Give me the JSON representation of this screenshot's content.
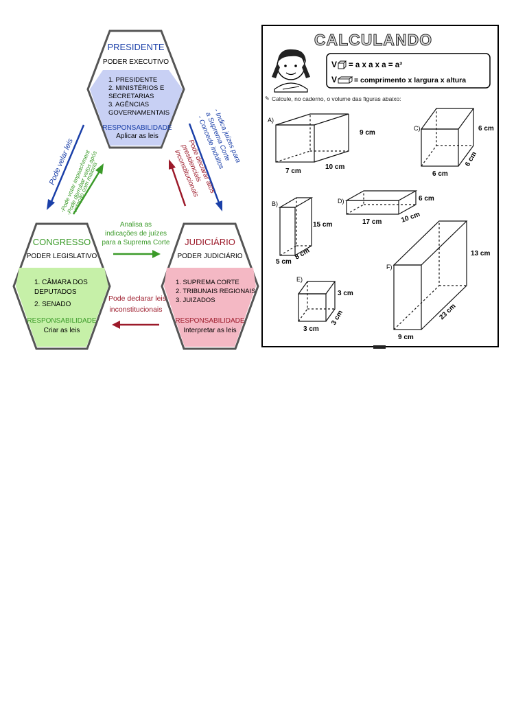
{
  "colors": {
    "blue": "#1a3fa8",
    "blue_fill": "#c8d0f4",
    "green": "#3a9a28",
    "green_fill": "#c6f0a8",
    "red": "#9c1a2a",
    "red_fill": "#f4b8c4",
    "hex_border": "#555555"
  },
  "powers": {
    "executive": {
      "title": "PRESIDENTE",
      "subtitle": "PODER EXECUTIVO",
      "items": [
        "1. PRESIDENTE",
        "2. MINISTÉRIOS E",
        "SECRETARIAS",
        "3. AGÊNCIAS",
        "GOVERNAMENTAIS"
      ],
      "resp_label": "RESPONSABILIDADE",
      "resp_value": "Aplicar as leis"
    },
    "legislative": {
      "title": "CONGRESSO",
      "subtitle": "PODER LEGISLATIVO",
      "items": [
        "1. CÂMARA DOS",
        "DEPUTADOS",
        "2. SENADO"
      ],
      "resp_label": "RESPONSABILIDADE",
      "resp_value": "Criar as leis"
    },
    "judiciary": {
      "title": "JUDICIÁRIO",
      "subtitle": "PODER JUDICIÁRIO",
      "items": [
        "1. SUPREMA CORTE",
        "2. TRIBUNAIS REGIONAIS",
        "3. JUIZADOS"
      ],
      "resp_label": "RESPONSABILIDADE",
      "resp_value": "Interpretar as leis"
    }
  },
  "relations": {
    "exec_to_leg": "Pode velar leis",
    "leg_to_exec": [
      "-Pode votar impeachment",
      "-Pode derrubar vetos após",
      "votação com maioria"
    ],
    "exec_to_jud": [
      "- Indica juízes para",
      "a Suprema Corte",
      "- Concede indultos"
    ],
    "jud_to_exec": [
      "Pode declarar atos",
      "presidenciais",
      "inconstitucionais"
    ],
    "leg_to_jud": [
      "Analisa as",
      "indicações de juízes",
      "para a Suprema Corte"
    ],
    "jud_to_leg": [
      "Pode declarar leis",
      "inconstitucionais"
    ]
  },
  "worksheet": {
    "title": "CALCULANDO",
    "formula_cube": "= a x a x a = a³",
    "formula_box": "= comprimento x largura x altura",
    "v_letter": "V",
    "instruction": "Calcule, no caderno, o volume das figuras abaixo:",
    "figures": {
      "A": {
        "label": "A)",
        "height": "9 cm",
        "length": "7 cm",
        "depth": "10 cm"
      },
      "B": {
        "label": "B)",
        "height": "15 cm",
        "length": "5 cm",
        "depth": "8 cm"
      },
      "C": {
        "label": "C)",
        "height": "6 cm",
        "length": "6 cm",
        "depth": "6 cm"
      },
      "D": {
        "label": "D)",
        "height": "6 cm",
        "length": "17 cm",
        "depth": "10 cm"
      },
      "E": {
        "label": "E)",
        "height": "3 cm",
        "length": "3 cm",
        "depth": "3 cm"
      },
      "F": {
        "label": "F)",
        "height": "13 cm",
        "length": "9 cm",
        "depth": "23 cm"
      }
    }
  }
}
